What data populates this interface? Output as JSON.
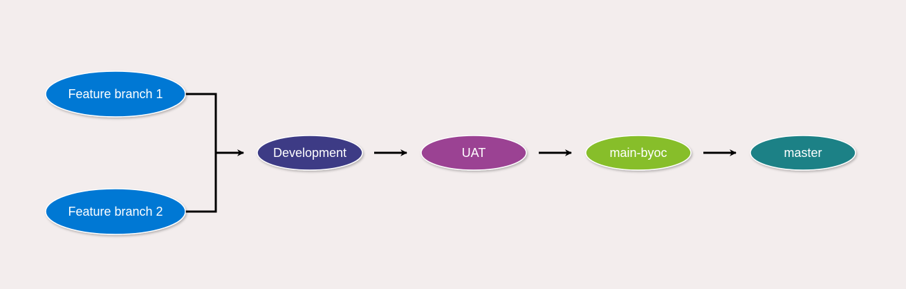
{
  "diagram": {
    "nodes": {
      "feature_branch_1": {
        "label": "Feature branch 1",
        "color": "#0078d4"
      },
      "feature_branch_2": {
        "label": "Feature branch 2",
        "color": "#0078d4"
      },
      "development": {
        "label": "Development",
        "color": "#3e3a85"
      },
      "uat": {
        "label": "UAT",
        "color": "#9b4293"
      },
      "main_byoc": {
        "label": "main-byoc",
        "color": "#87be2a"
      },
      "master": {
        "label": "master",
        "color": "#1e8186"
      }
    },
    "edges": [
      {
        "from": "Feature branch 1",
        "to": "Development"
      },
      {
        "from": "Feature branch 2",
        "to": "Development"
      },
      {
        "from": "Development",
        "to": "UAT"
      },
      {
        "from": "UAT",
        "to": "main-byoc"
      },
      {
        "from": "main-byoc",
        "to": "master"
      }
    ]
  }
}
